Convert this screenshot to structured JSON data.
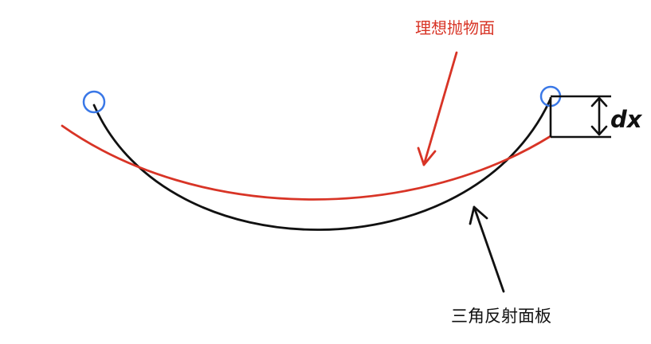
{
  "labels": {
    "ideal_parabola": "理想抛物面",
    "triangular_panel": "三角反射面板",
    "displacement": "dx"
  },
  "colors": {
    "ideal_curve": "#d83426",
    "panel_curve": "#111111",
    "endpoint_marker": "#3a78e7",
    "background": "#ffffff"
  }
}
